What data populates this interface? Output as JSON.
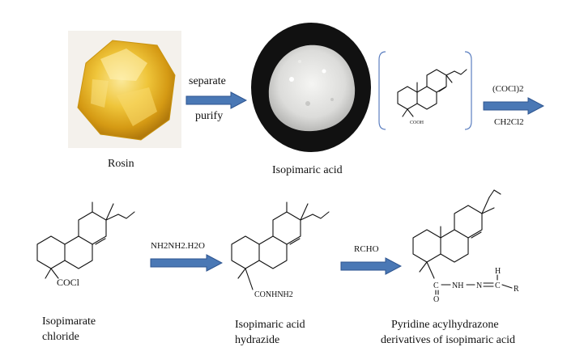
{
  "top_row": {
    "rosin_label": "Rosin",
    "arrow1_label_top": "separate",
    "arrow1_label_bottom": "purify",
    "powder_label": "Isopimaric acid",
    "structure_group": "COOH",
    "arrow2_reagent_top": "(COCl)2",
    "arrow2_solvent_bottom": "CH2Cl2"
  },
  "bottom_row": {
    "chloride_label_line1": "Isopimarate",
    "chloride_label_line2": "chloride",
    "chloride_group": "COCl",
    "arrow3_reagent": "NH2NH2.H2O",
    "hydrazide_label_line1": "Isopimaric acid",
    "hydrazide_label_line2": "hydrazide",
    "hydrazide_group": "CONHNH2",
    "arrow4_reagent": "RCHO",
    "product_label_line1": "Pyridine acylhydrazone",
    "product_label_line2": "derivatives of isopimaric acid",
    "product_chain": {
      "carbonyl_C": "C",
      "carbonyl_O": "O",
      "nh": "NH",
      "n": "N",
      "ch": "C",
      "h": "H",
      "r": "R"
    }
  },
  "colors": {
    "arrow_fill": "#4a78b5",
    "arrow_stroke": "#2e5590",
    "bracket": "#5c7fc0",
    "rosin": "#e5b82a",
    "powder_bg": "#111111"
  }
}
